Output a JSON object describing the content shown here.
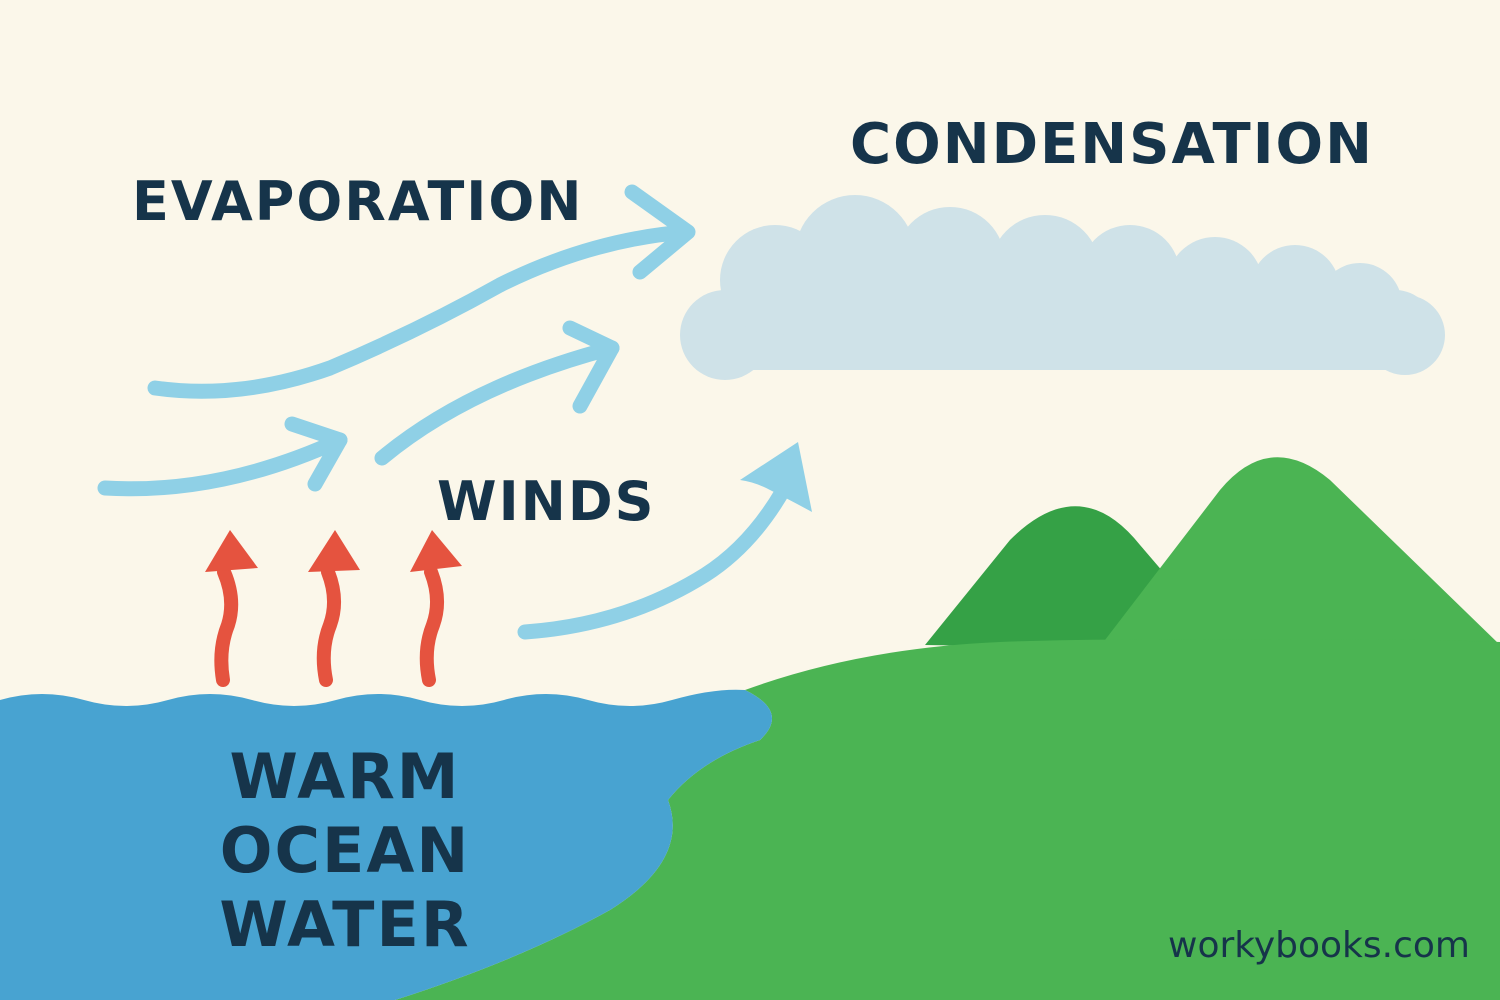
{
  "labels": {
    "condensation": "CONDENSATION",
    "evaporation": "EVAPORATION",
    "winds": "WINDS",
    "ocean_line1": "WARM OCEAN",
    "ocean_line2": "WATER"
  },
  "watermark": "workybooks.com",
  "colors": {
    "background": "#fbf7ea",
    "ocean": "#48a3d1",
    "land": "#4bb453",
    "mountain_back": "#35a146",
    "cloud": "#cfe2e8",
    "wind_arrow": "#8fd0e6",
    "heat_arrow": "#e5533f",
    "text": "#16344a"
  },
  "icons": [
    "cloud-icon",
    "mountain-icon",
    "wind-arrow-icon",
    "heat-rising-arrow-icon",
    "ocean-wave-icon"
  ]
}
